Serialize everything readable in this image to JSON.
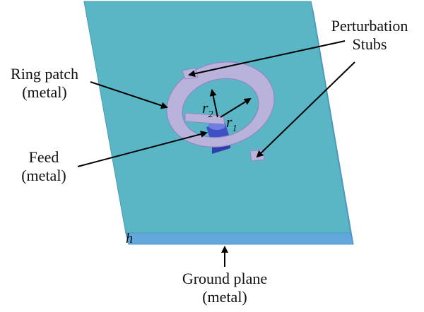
{
  "labels": {
    "perturbation": [
      "Perturbation",
      "Stubs"
    ],
    "ring_patch": [
      "Ring patch",
      "(metal)"
    ],
    "feed": [
      "Feed",
      "(metal)"
    ],
    "ground_plane": [
      "Ground plane",
      "(metal)"
    ],
    "thickness": "h",
    "r2": "r",
    "r2_sub": "2",
    "r1": "r",
    "r1_sub": "1"
  },
  "colors": {
    "substrate_top": "#5ab6c4",
    "substrate_edge": "#6aa9e4",
    "ring": "#b9b3dc",
    "feed": "#4f5fd0",
    "arrow": "#000000"
  }
}
